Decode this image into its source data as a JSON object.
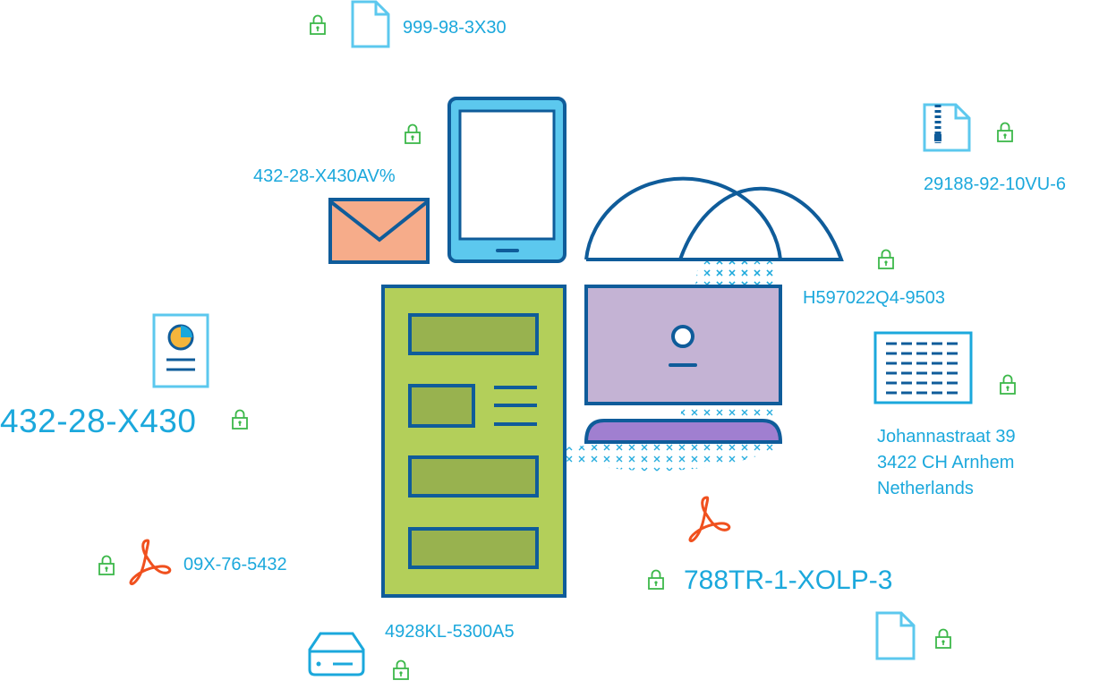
{
  "labels": {
    "ssn_top": "999-98-3X30",
    "email_code": "432-28-X430AV%",
    "zip_code": "29188-92-10VU-6",
    "cloud_code": "H597022Q4-9503",
    "report_code": "432-28-X430",
    "pdf_left_code": "09X-76-5432",
    "server_code": "4928KL-5300A5",
    "pdf_right_code": "788TR-1-XOLP-3"
  },
  "address": {
    "line1": "Johannastraat 39",
    "line2": "3422 CH Arnhem",
    "line3": "Netherlands"
  },
  "colors": {
    "label_blue": "#1ba8dc",
    "outline_navy": "#0f5c9a",
    "lock_green": "#3cb84a",
    "pdf_red": "#f0501e",
    "server_green": "#b3cf5a",
    "monitor_purple": "#c4b3d4",
    "envelope_peach": "#f6ac8a",
    "tablet_blue": "#5cc8ee"
  },
  "icons": [
    "lock-icon",
    "document-icon",
    "zip-file-icon",
    "pdf-icon",
    "email-icon",
    "tablet-icon",
    "cloud-icon",
    "monitor-icon",
    "server-icon",
    "report-icon",
    "spreadsheet-icon",
    "hard-drive-icon"
  ]
}
